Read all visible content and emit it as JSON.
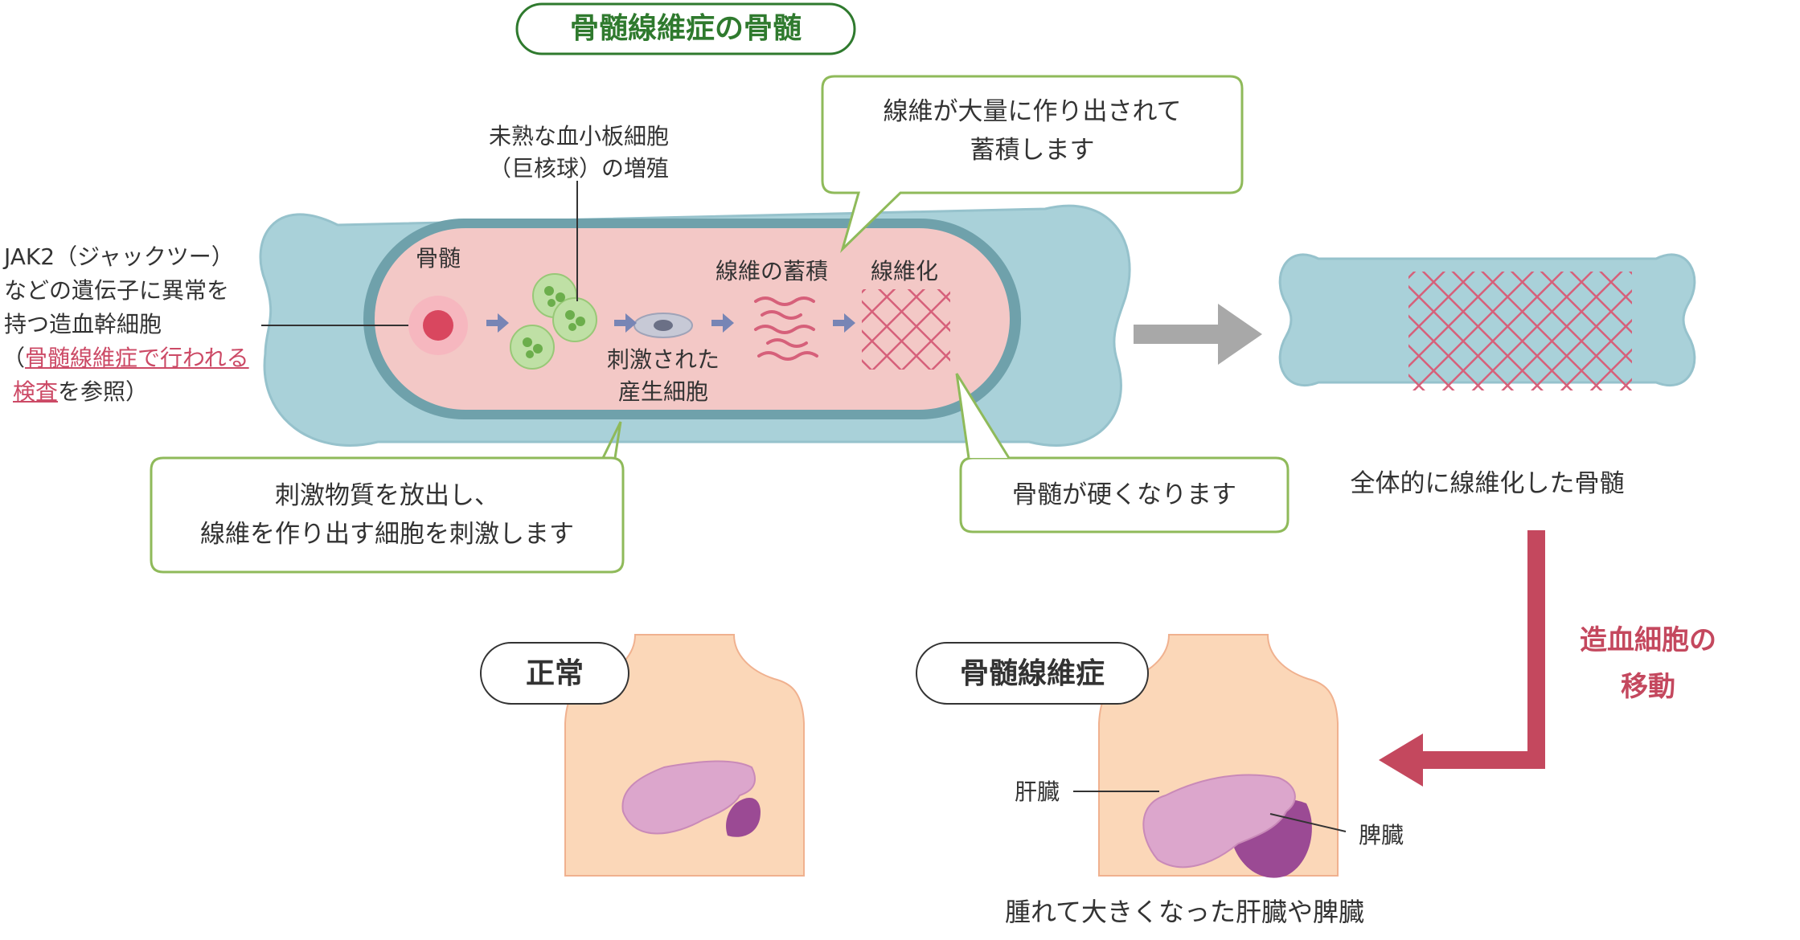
{
  "title": "骨髄線維症の骨髄",
  "labels": {
    "bone_marrow": "骨髄",
    "immature_platelet_line1": "未熟な血小板細胞",
    "immature_platelet_line2": "（巨核球）の増殖",
    "fiber_accum": "線維の蓄積",
    "fibrosis": "線維化",
    "stimulated_line1": "刺激された",
    "stimulated_line2": "産生細胞",
    "jak2_line1": "JAK2（ジャックツー）",
    "jak2_line2": "などの遺伝子に異常を",
    "jak2_line3": "持つ造血幹細胞",
    "jak2_line4_prefix": "（",
    "jak2_link1": "骨髄線維症で行われる",
    "jak2_link2": "検査",
    "jak2_line5_suffix": "を参照）",
    "fibrotic_bone": "全体的に線維化した骨髄",
    "migration_line1": "造血細胞の",
    "migration_line2": "移動",
    "normal": "正常",
    "myelofibrosis": "骨髄線維症",
    "liver": "肝臓",
    "spleen": "脾臓",
    "swollen": "腫れて大きくなった肝臓や脾臓"
  },
  "callouts": {
    "fiber_line1": "線維が大量に作り出されて",
    "fiber_line2": "蓄積します",
    "stimulus_line1": "刺激物質を放出し、",
    "stimulus_line2": "線維を作り出す細胞を刺激します",
    "hard": "骨髄が硬くなります"
  },
  "colors": {
    "accent_green": "#2f7a2e",
    "callout_border": "#8fba5a",
    "bone": "#a9d1d9",
    "marrow": "#f3c8c6",
    "fiber": "#d6607a",
    "arrow_gray": "#a8a8a8",
    "migration_red": "#c4485e",
    "skin": "#fbd7b8",
    "liver": "#dca6cc",
    "spleen": "#9b4a94"
  }
}
